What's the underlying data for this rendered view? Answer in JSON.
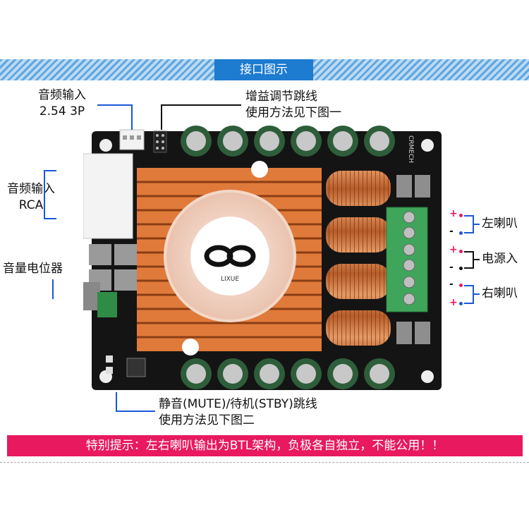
{
  "header": {
    "title": "接口图示"
  },
  "labels": {
    "audio_in_3p": {
      "line1": "音频输入",
      "line2": "2.54 3P"
    },
    "gain_jumper": {
      "line1": "增益调节跳线",
      "line2": "使用方法见下图一"
    },
    "audio_in_rca": {
      "line1": "音频输入",
      "line2": "RCA"
    },
    "volume_pot": "音量电位器",
    "left_speaker": "左喇叭",
    "power_in": "电源入",
    "right_speaker": "右喇叭",
    "mute_standby": {
      "line1": "静音(MUTE)/待机(STBY)跳线",
      "line2": "使用方法见下图二"
    }
  },
  "terminal_signs": [
    "+",
    "-",
    "+",
    "-",
    "-",
    "+"
  ],
  "board": {
    "brand_silk": "CRMECH",
    "fan_logo": "LIXUE"
  },
  "warning": "特别提示：左右喇叭输出为BTL架构，负极各自独立，不能公用！！",
  "colors": {
    "accent_blue": "#1d7bd0",
    "warning_pink": "#e8195e",
    "heatsink_orange": "#e07a3a",
    "terminal_green": "#3fa55a"
  }
}
